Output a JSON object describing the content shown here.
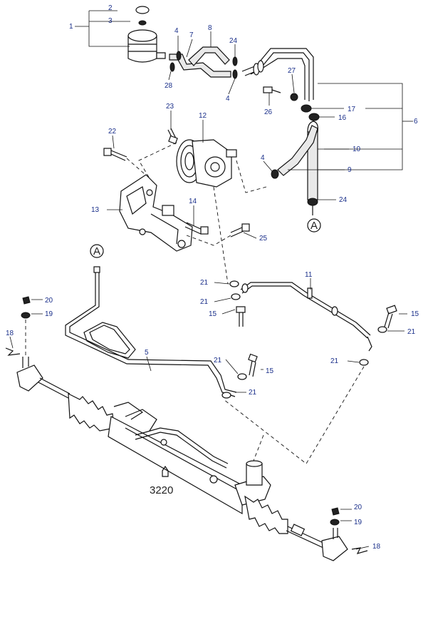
{
  "callouts": {
    "c1": "1",
    "c2": "2",
    "c3": "3",
    "c4a": "4",
    "c4b": "4",
    "c4c": "4",
    "c5": "5",
    "c6": "6",
    "c7": "7",
    "c8": "8",
    "c9": "9",
    "c10": "10",
    "c11": "11",
    "c12": "12",
    "c13": "13",
    "c14": "14",
    "c15a": "15",
    "c15b": "15",
    "c15c": "15",
    "c16": "16",
    "c17": "17",
    "c18a": "18",
    "c18b": "18",
    "c19a": "19",
    "c19b": "19",
    "c20a": "20",
    "c20b": "20",
    "c21a": "21",
    "c21b": "21",
    "c21c": "21",
    "c21d": "21",
    "c21e": "21",
    "c21f": "21",
    "c22": "22",
    "c23": "23",
    "c24a": "24",
    "c24b": "24",
    "c25": "25",
    "c26": "26",
    "c27": "27",
    "c28": "28"
  },
  "refs": {
    "connector_top": "A",
    "connector_left": "A",
    "group_number": "3220"
  },
  "colors": {
    "callout": "#1a2f8a",
    "linework": "#111111",
    "background": "#ffffff"
  }
}
